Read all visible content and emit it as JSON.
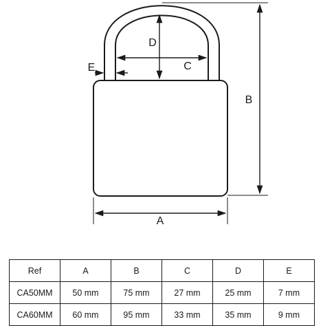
{
  "diagram": {
    "labels": {
      "A": "A",
      "B": "B",
      "C": "C",
      "D": "D",
      "E": "E"
    }
  },
  "table": {
    "headers": [
      "Ref",
      "A",
      "B",
      "C",
      "D",
      "E"
    ],
    "rows": [
      [
        "CA50MM",
        "50 mm",
        "75 mm",
        "27 mm",
        "25 mm",
        "7 mm"
      ],
      [
        "CA60MM",
        "60 mm",
        "95 mm",
        "33 mm",
        "35 mm",
        "9 mm"
      ]
    ]
  }
}
